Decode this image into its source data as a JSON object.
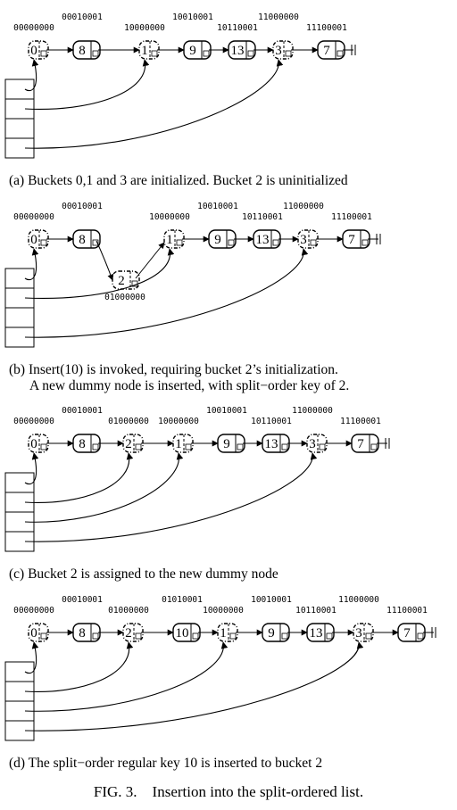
{
  "panels": [
    {
      "id": "a",
      "caption": [
        "(a) Buckets 0,1 and 3 are initialized. Bucket 2 is uninitialized"
      ],
      "nodes": [
        {
          "key": "0",
          "dummy": true,
          "bits": "00000000"
        },
        {
          "key": "8",
          "dummy": false,
          "bits": "00010001"
        },
        {
          "key": "1",
          "dummy": true,
          "bits": "10000000"
        },
        {
          "key": "9",
          "dummy": false,
          "bits": "10010001"
        },
        {
          "key": "13",
          "dummy": false,
          "bits": "10110001"
        },
        {
          "key": "3",
          "dummy": true,
          "bits": "11000000"
        },
        {
          "key": "7",
          "dummy": false,
          "bits": "11100001"
        }
      ],
      "buckets": [
        0,
        1,
        null,
        3
      ]
    },
    {
      "id": "b",
      "caption": [
        "(b) Insert(10) is invoked, requiring bucket 2’s initialization.",
        "A new dummy node is inserted, with split−order key of 2."
      ],
      "nodes": [
        {
          "key": "0",
          "dummy": true,
          "bits": "00000000"
        },
        {
          "key": "8",
          "dummy": false,
          "bits": "00010001"
        },
        {
          "key": "1",
          "dummy": true,
          "bits": "10000000"
        },
        {
          "key": "9",
          "dummy": false,
          "bits": "10010001"
        },
        {
          "key": "13",
          "dummy": false,
          "bits": "10110001"
        },
        {
          "key": "3",
          "dummy": true,
          "bits": "11000000"
        },
        {
          "key": "7",
          "dummy": false,
          "bits": "11100001"
        }
      ],
      "pending": {
        "key": "2",
        "dummy": true,
        "bits": "01000000"
      },
      "buckets": [
        0,
        1,
        null,
        3
      ]
    },
    {
      "id": "c",
      "caption": [
        "(c) Bucket 2 is assigned to the new dummy node"
      ],
      "nodes": [
        {
          "key": "0",
          "dummy": true,
          "bits": "00000000"
        },
        {
          "key": "8",
          "dummy": false,
          "bits": "00010001"
        },
        {
          "key": "2",
          "dummy": true,
          "bits": "01000000"
        },
        {
          "key": "1",
          "dummy": true,
          "bits": "10000000"
        },
        {
          "key": "9",
          "dummy": false,
          "bits": "10010001"
        },
        {
          "key": "13",
          "dummy": false,
          "bits": "10110001"
        },
        {
          "key": "3",
          "dummy": true,
          "bits": "11000000"
        },
        {
          "key": "7",
          "dummy": false,
          "bits": "11100001"
        }
      ],
      "buckets": [
        0,
        2,
        1,
        3
      ]
    },
    {
      "id": "d",
      "caption": [
        "(d) The split−order regular key 10 is inserted to bucket 2"
      ],
      "nodes": [
        {
          "key": "0",
          "dummy": true,
          "bits": "00000000"
        },
        {
          "key": "8",
          "dummy": false,
          "bits": "00010001"
        },
        {
          "key": "2",
          "dummy": true,
          "bits": "01000000"
        },
        {
          "key": "10",
          "dummy": false,
          "bits": "01010001"
        },
        {
          "key": "1",
          "dummy": true,
          "bits": "10000000"
        },
        {
          "key": "9",
          "dummy": false,
          "bits": "10010001"
        },
        {
          "key": "13",
          "dummy": false,
          "bits": "10110001"
        },
        {
          "key": "3",
          "dummy": true,
          "bits": "11000000"
        },
        {
          "key": "7",
          "dummy": false,
          "bits": "11100001"
        }
      ],
      "buckets": [
        0,
        2,
        1,
        3
      ]
    }
  ],
  "figure_title": "FIG. 3. Insertion into the split-ordered list."
}
